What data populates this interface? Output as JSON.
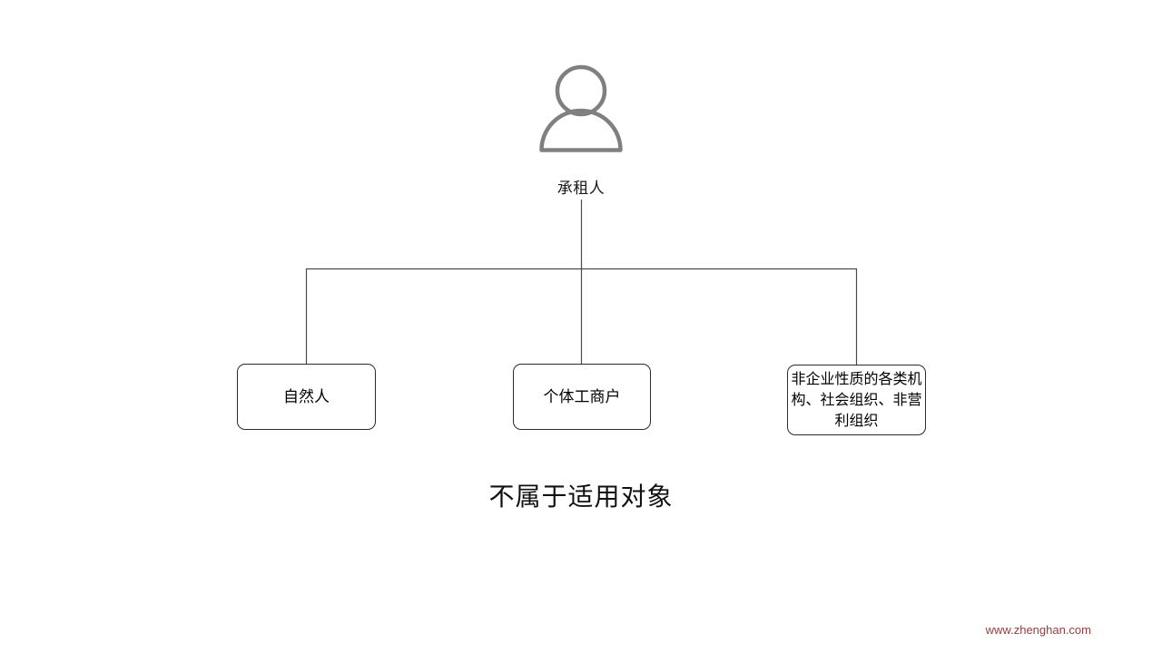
{
  "page": {
    "background_color": "#ffffff"
  },
  "diagram": {
    "root": {
      "icon_name": "person-icon",
      "icon_color": "#808080",
      "label": "承租人"
    },
    "nodes": [
      {
        "id": "natural-person",
        "label": "自然人"
      },
      {
        "id": "individual-business",
        "label": "个体工商户"
      },
      {
        "id": "non-enterprise-org",
        "label": "非企业性质的各类机构、社会组织、非营利组织"
      }
    ],
    "connector_color": "#4a4a4a",
    "node_border_color": "#2b2b2b"
  },
  "caption": {
    "text": "不属于适用对象"
  },
  "watermark": {
    "text": "www.zhenghan.com",
    "color": "#93413f"
  }
}
